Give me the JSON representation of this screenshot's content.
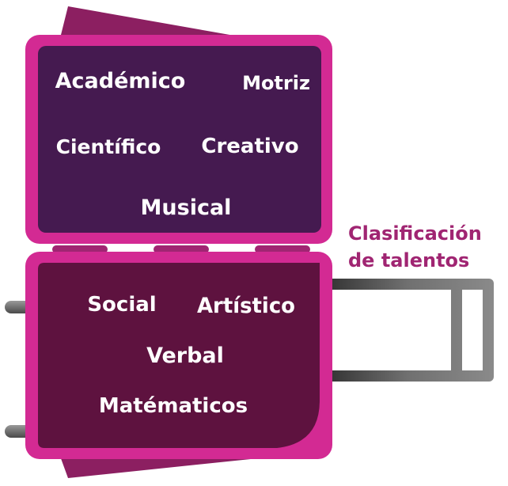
{
  "title": {
    "line1": "Clasificación",
    "line2": "de talentos"
  },
  "top_panel": {
    "labels": [
      "Académico",
      "Motriz",
      "Científico",
      "Creativo",
      "Musical"
    ]
  },
  "bottom_panel": {
    "labels": [
      "Social",
      "Artístico",
      "Verbal",
      "Matématicos"
    ]
  },
  "colors": {
    "accent": "#a02572",
    "frame": "#d32a93",
    "tab": "#8c1f61",
    "top_fill": "#451a50",
    "bottom_fill": "#5e123f",
    "bar": "#6f6f6f",
    "text": "#ffffff"
  }
}
